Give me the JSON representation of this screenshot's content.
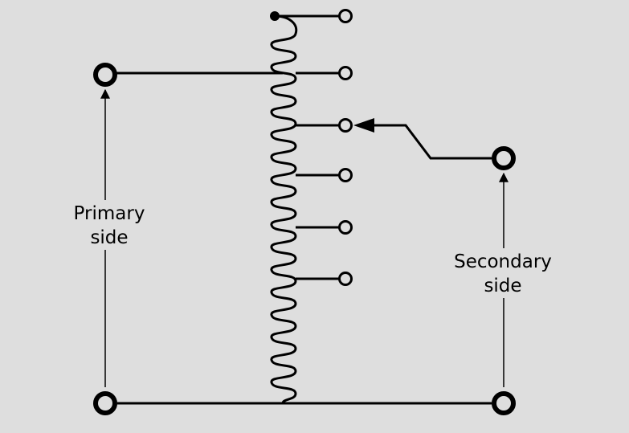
{
  "diagram": {
    "labels": {
      "primary_line1": "Primary",
      "primary_line2": "side",
      "secondary_line1": "Secondary",
      "secondary_line2": "side"
    },
    "tap_count": 6,
    "colors": {
      "background": "#dedede",
      "stroke": "#000000"
    }
  }
}
